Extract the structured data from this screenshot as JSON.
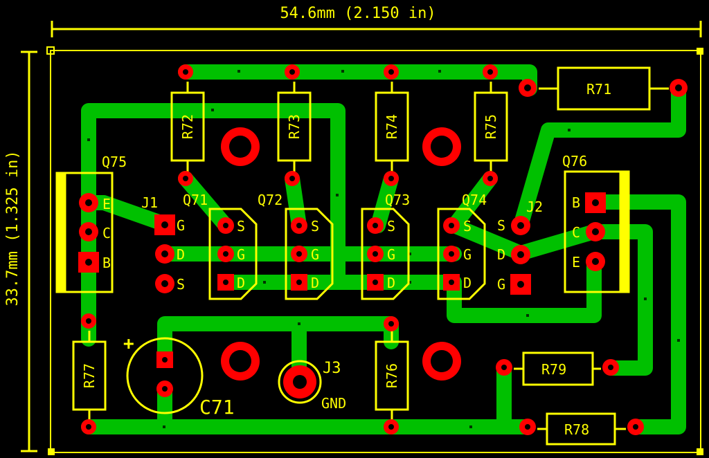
{
  "colors": {
    "background": "#000000",
    "copper": "#00c000",
    "pad": "#ff0000",
    "silkscreen": "#ffff00"
  },
  "dimensions": {
    "width_label": "54.6mm (2.150 in)",
    "height_label": "33.7mm (1.325 in)"
  },
  "resistors": [
    "R71",
    "R72",
    "R73",
    "R74",
    "R75",
    "R76",
    "R77",
    "R78",
    "R79"
  ],
  "capacitor": {
    "ref": "C71",
    "polarity": "+"
  },
  "transistors": {
    "Q75": {
      "ref": "Q75",
      "pins": [
        "E",
        "C",
        "B"
      ]
    },
    "Q76": {
      "ref": "Q76",
      "pins": [
        "B",
        "C",
        "E"
      ]
    }
  },
  "fets": {
    "Q71": {
      "ref": "Q71",
      "pins": [
        "S",
        "G",
        "D"
      ]
    },
    "Q72": {
      "ref": "Q72",
      "pins": [
        "S",
        "G",
        "D"
      ]
    },
    "Q73": {
      "ref": "Q73",
      "pins": [
        "S",
        "G",
        "D"
      ]
    },
    "Q74": {
      "ref": "Q74",
      "pins": [
        "S",
        "G",
        "D"
      ]
    }
  },
  "connectors": {
    "J1": {
      "ref": "J1",
      "pins": [
        "G",
        "D",
        "S"
      ]
    },
    "J2": {
      "ref": "J2",
      "pins": [
        "S",
        "D",
        "G"
      ]
    },
    "J3": {
      "ref": "J3",
      "net": "GND"
    }
  }
}
